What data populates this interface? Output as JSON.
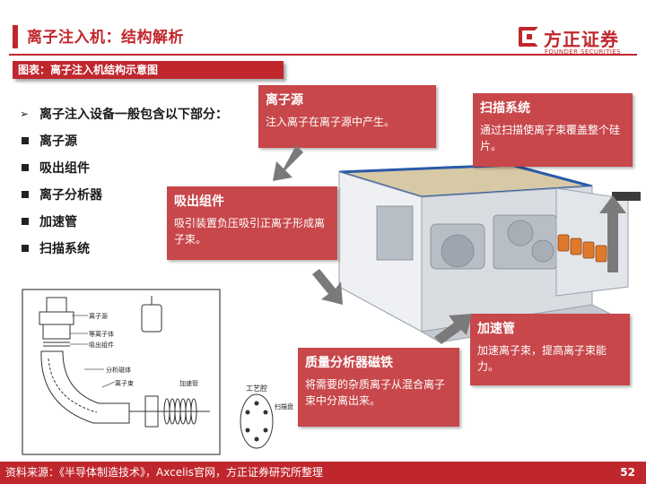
{
  "header": {
    "title": "离子注入机：结构解析"
  },
  "logo": {
    "cn": "方正证券",
    "en": "FOUNDER SECURITIES"
  },
  "figure_label": "图表：离子注入机结构示意图",
  "intro": "离子注入设备一般包含以下部分：",
  "bullets": [
    "离子源",
    "吸出组件",
    "离子分析器",
    "加速管",
    "扫描系统"
  ],
  "callouts": {
    "ion_source": {
      "title": "离子源",
      "body": "注入离子在离子源中产生。"
    },
    "extraction": {
      "title": "吸出组件",
      "body": "吸引装置负压吸引正离子形成离子束。"
    },
    "analyzer": {
      "title": "质量分析器磁铁",
      "body": "将需要的杂质离子从混合离子束中分离出来。"
    },
    "accelerator": {
      "title": "加速管",
      "body": "加速离子束，提高离子束能力。"
    },
    "scanner": {
      "title": "扫描系统",
      "body": "通过扫描使离子束覆盖整个硅片。"
    }
  },
  "diagram_labels": {
    "ion_source": "离子源",
    "plasma": "等离子体",
    "extraction": "吸出组件",
    "analyzer": "分析磁体",
    "ion_beam": "离子束",
    "accel_tube": "加速管",
    "chamber": "工艺腔",
    "scan_disk": "扫描盘"
  },
  "footer": {
    "source": "资料来源：《半导体制造技术》，Axcelis官网，方正证券研究所整理",
    "page": "52"
  },
  "colors": {
    "brand": "#c0272d",
    "callout": "#c8474b",
    "arrow": "#7a7a7a"
  }
}
